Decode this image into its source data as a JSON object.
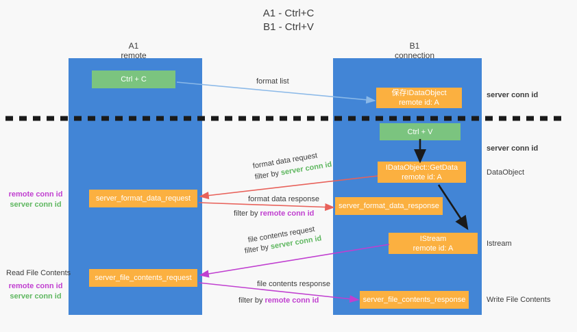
{
  "title": {
    "line1": "A1 - Ctrl+C",
    "line2": "B1 - Ctrl+V"
  },
  "columns": [
    {
      "name": "A1",
      "sub": "remote"
    },
    {
      "name": "B1",
      "sub": "connection"
    }
  ],
  "boxes": {
    "ctrl_c": {
      "label": "Ctrl + C"
    },
    "ctrl_v": {
      "label": "Ctrl + V"
    },
    "save_idataobject": {
      "line1": "保存IDataObject",
      "line2": "remote id: A"
    },
    "getdata": {
      "line1": "IDataObject::GetData",
      "line2": "remote id: A"
    },
    "istream": {
      "line1": "IStream",
      "line2": "remote id: A"
    },
    "server_format_data_request": {
      "label": "server_format_data_request"
    },
    "server_format_data_response": {
      "label": "server_format_data_response"
    },
    "server_file_contents_request": {
      "label": "server_file_contents_request"
    },
    "server_file_contents_response": {
      "label": "server_file_contents_response"
    }
  },
  "edge_labels": {
    "format_list": "format list",
    "format_data_request": "format data request",
    "format_data_response": "format data response",
    "file_contents_request": "file contents request",
    "file_contents_response": "file contents response",
    "filter_by": "filter by ",
    "server_conn_id": "server conn id",
    "remote_conn_id": "remote conn id"
  },
  "side_labels": {
    "server_conn_id_top": "server conn id",
    "server_conn_id_mid": "server conn id",
    "dataobject": "DataObject",
    "istream": "Istream",
    "write_file_contents": "Write File Contents",
    "read_file_contents": "Read File Contents"
  },
  "left_conn_groups": [
    {
      "remote": "remote conn id",
      "server": "server conn id"
    },
    {
      "remote": "remote conn id",
      "server": "server conn id"
    }
  ],
  "colors": {
    "lane": "#4285d6",
    "green_box": "#7bc47f",
    "orange_box": "#fbb040",
    "red_arrow": "#e8615a",
    "magenta_arrow": "#c03fd0",
    "light_blue_arrow": "#8bb9e8",
    "black_arrow": "#1a1a1a",
    "green_text": "#5fb760",
    "purple_text": "#c03fd0",
    "background": "#f8f8f8"
  }
}
